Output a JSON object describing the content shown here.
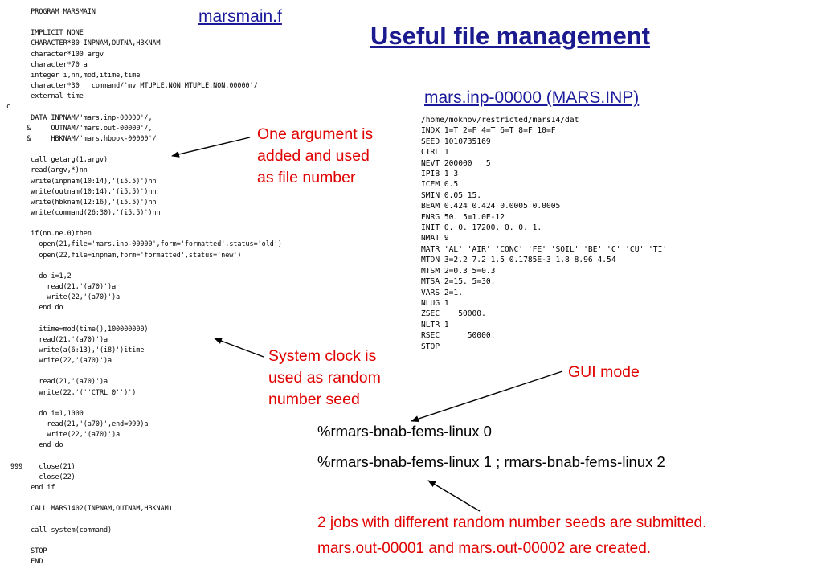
{
  "slide_title": "Useful file management",
  "source_file_title": "marsmain.f",
  "input_file_title": "mars.inp-00000 (MARS.INP)",
  "fortran_code": [
    "      PROGRAM MARSMAIN",
    "",
    "      IMPLICIT NONE",
    "      CHARACTER*80 INPNAM,OUTNA,HBKNAM",
    "      character*100 argv",
    "      character*70 a",
    "      integer i,nn,mod,itime,time",
    "      character*30   command/'mv MTUPLE.NON MTUPLE.NON.00000'/",
    "      external time",
    "c",
    "      DATA INPNAM/'mars.inp-00000'/,",
    "     &     OUTNAM/'mars.out-00000'/,",
    "     &     HBKNAM/'mars.hbook-00000'/",
    "",
    "      call getarg(1,argv)",
    "      read(argv,*)nn",
    "      write(inpnam(10:14),'(i5.5)')nn",
    "      write(outnam(10:14),'(i5.5)')nn",
    "      write(hbknam(12:16),'(i5.5)')nn",
    "      write(command(26:30),'(i5.5)')nn",
    "",
    "      if(nn.ne.0)then",
    "        open(21,file='mars.inp-00000',form='formatted',status='old')",
    "        open(22,file=inpnam,form='formatted',status='new')",
    "",
    "        do i=1,2",
    "          read(21,'(a70)')a",
    "          write(22,'(a70)')a",
    "        end do",
    "",
    "        itime=mod(time(),100000000)",
    "        read(21,'(a70)')a",
    "        write(a(6:13),'(i8)')itime",
    "        write(22,'(a70)')a",
    "",
    "        read(21,'(a70)')a",
    "        write(22,'(''CTRL 0'')')",
    "",
    "        do i=1,1000",
    "          read(21,'(a70)',end=999)a",
    "          write(22,'(a70)')a",
    "        end do",
    "",
    " 999    close(21)",
    "        close(22)",
    "      end if",
    "",
    "      CALL MARS1402(INPNAM,OUTNAM,HBKNAM)",
    "",
    "      call system(command)",
    "",
    "      STOP",
    "      END"
  ],
  "input_file_lines": [
    "/home/mokhov/restricted/mars14/dat",
    "INDX 1=T 2=F 4=T 6=T 8=F 10=F",
    "SEED 1010735169",
    "CTRL 1",
    "NEVT 200000   5",
    "IPIB 1 3",
    "ICEM 0.5",
    "SMIN 0.05 15.",
    "BEAM 0.424 0.424 0.0005 0.0005",
    "ENRG 50. 5=1.0E-12",
    "INIT 0. 0. 17200. 0. 0. 1.",
    "NMAT 9",
    "MATR 'AL' 'AIR' 'CONC' 'FE' 'SOIL' 'BE' 'C' 'CU' 'TI'",
    "MTDN 3=2.2 7.2 1.5 0.1785E-3 1.8 8.96 4.54",
    "MTSM 2=0.3 5=0.3",
    "MTSA 2=15. 5=30.",
    "VARS 2=1.",
    "NLUG 1",
    "ZSEC    50000.",
    "NLTR 1",
    "RSEC      50000.",
    "STOP"
  ],
  "annotations": {
    "argument_note": [
      "One argument is",
      "added and used",
      "as file number"
    ],
    "clock_note": [
      "System clock is",
      "used as random",
      "number seed"
    ],
    "gui_note": "GUI mode",
    "jobs_note": [
      "2 jobs with different random number seeds are submitted.",
      "mars.out-00001 and mars.out-00002 are created."
    ]
  },
  "commands": [
    "%rmars-bnab-fems-linux 0",
    "%rmars-bnab-fems-linux 1 ; rmars-bnab-fems-linux 2"
  ],
  "colors": {
    "title": "#1b1b8f",
    "links": "#1a1a9a",
    "notes": "#e00000",
    "text": "#000000"
  }
}
